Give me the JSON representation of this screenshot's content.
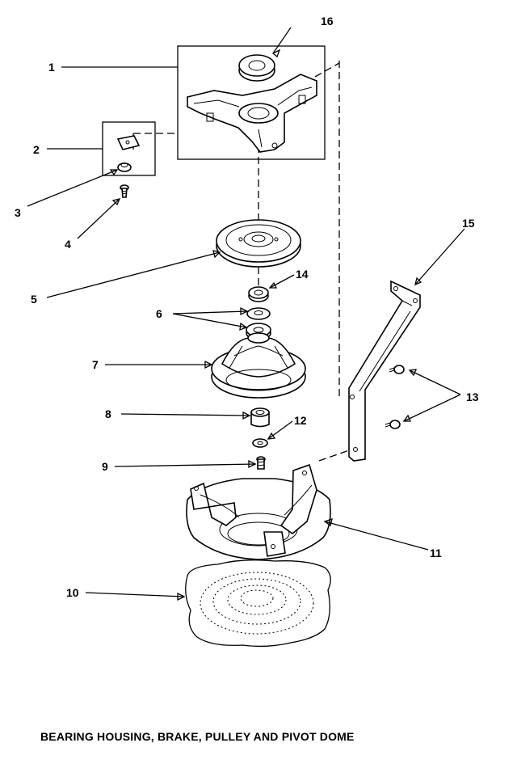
{
  "caption": "BEARING HOUSING, BRAKE, PULLEY AND PIVOT DOME",
  "callouts": [
    "1",
    "2",
    "3",
    "4",
    "5",
    "6",
    "7",
    "8",
    "9",
    "10",
    "11",
    "12",
    "13",
    "14",
    "15",
    "16"
  ],
  "parts": {
    "bearing": "bearing-icon",
    "housing": "bearing-housing-icon",
    "clip": "clip-icon",
    "nut": "nut-icon",
    "screw": "screw-icon",
    "pulley": "pulley-icon",
    "seal": "seal-icon",
    "washers": "washer-icon",
    "brake": "brake-assembly-icon",
    "hub": "hub-icon",
    "washer": "washer-icon",
    "bolt": "bolt-icon",
    "dome": "pivot-dome-icon",
    "base": "base-icon",
    "bracket": "bracket-icon",
    "bracket_screws": "screw-icon"
  }
}
